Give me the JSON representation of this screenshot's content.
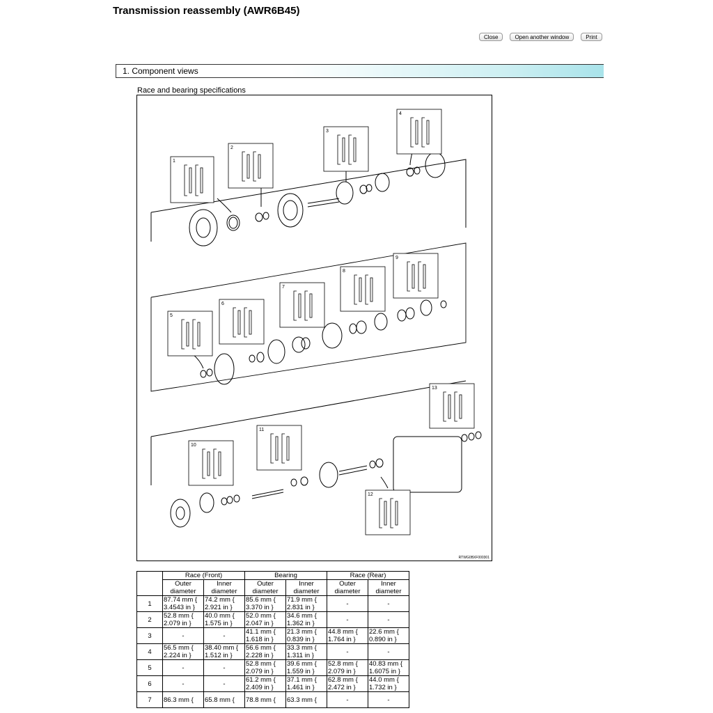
{
  "page": {
    "title": "Transmission reassembly (AWR6B45)",
    "buttons": {
      "close": "Close",
      "open_another": "Open another window",
      "print": "Print"
    },
    "section_title": "1. Component views",
    "figure_caption": "Race and bearing specifications",
    "figure_code": "RTWG0BXF000301",
    "callouts": [
      "1",
      "2",
      "3",
      "4",
      "5",
      "6",
      "7",
      "8",
      "9",
      "10",
      "11",
      "12",
      "13"
    ]
  },
  "table": {
    "group_headers": [
      "Race (Front)",
      "Bearing",
      "Race (Rear)"
    ],
    "sub_headers": [
      "Outer diameter",
      "Inner diameter",
      "Outer diameter",
      "Inner diameter",
      "Outer diameter",
      "Inner diameter"
    ],
    "rows": [
      {
        "no": "1",
        "cells": [
          [
            "87.74 mm {",
            "3.4543 in }"
          ],
          [
            "74.2 mm {",
            "2.921 in }"
          ],
          [
            "85.6 mm {",
            "3.370 in }"
          ],
          [
            "71.9 mm {",
            "2.831 in }"
          ],
          [
            "-"
          ],
          [
            "-"
          ]
        ]
      },
      {
        "no": "2",
        "cells": [
          [
            "52.8 mm {",
            "2.079 in }"
          ],
          [
            "40.0 mm {",
            "1.575 in }"
          ],
          [
            "52.0 mm {",
            "2.047 in }"
          ],
          [
            "34.6 mm {",
            "1.362 in }"
          ],
          [
            "-"
          ],
          [
            "-"
          ]
        ]
      },
      {
        "no": "3",
        "cells": [
          [
            "-"
          ],
          [
            "-"
          ],
          [
            "41.1 mm {",
            "1.618 in }"
          ],
          [
            "21.3 mm {",
            "0.839 in }"
          ],
          [
            "44.8 mm {",
            "1.764 in }"
          ],
          [
            "22.6 mm {",
            "0.890 in }"
          ]
        ]
      },
      {
        "no": "4",
        "cells": [
          [
            "56.5 mm {",
            "2.224 in }"
          ],
          [
            "38.40 mm {",
            "1.512 in }"
          ],
          [
            "56.6 mm {",
            "2.228 in }"
          ],
          [
            "33.3 mm {",
            "1.311 in }"
          ],
          [
            "-"
          ],
          [
            "-"
          ]
        ]
      },
      {
        "no": "5",
        "cells": [
          [
            "-"
          ],
          [
            "-"
          ],
          [
            "52.8 mm {",
            "2.079 in }"
          ],
          [
            "39.6 mm {",
            "1.559 in }"
          ],
          [
            "52.8 mm {",
            "2.079 in }"
          ],
          [
            "40.83 mm {",
            "1.6075 in }"
          ]
        ]
      },
      {
        "no": "6",
        "cells": [
          [
            "-"
          ],
          [
            "-"
          ],
          [
            "61.2 mm {",
            "2.409 in }"
          ],
          [
            "37.1 mm {",
            "1.461 in }"
          ],
          [
            "62.8 mm {",
            "2.472 in }"
          ],
          [
            "44.0 mm {",
            "1.732 in }"
          ]
        ]
      },
      {
        "no": "7",
        "cells": [
          [
            "86.3 mm {",
            ""
          ],
          [
            "65.8 mm {",
            ""
          ],
          [
            "78.8 mm {",
            ""
          ],
          [
            "63.3 mm {",
            ""
          ],
          [
            "-"
          ],
          [
            "-"
          ]
        ]
      }
    ]
  }
}
